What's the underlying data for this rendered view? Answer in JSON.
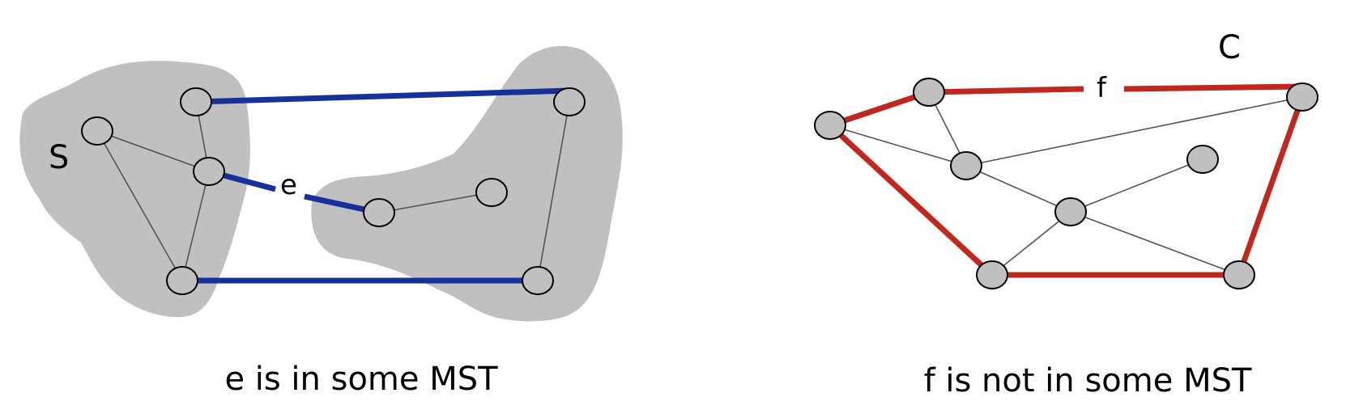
{
  "left_diagram": {
    "cut_set_label": "S",
    "edge_label": "e",
    "caption": "e is in some MST",
    "node_fill": "#c0c0c0",
    "region_fill": "#c0c0c0",
    "highlight_color": "#17319a",
    "edge_color": "#555555"
  },
  "right_diagram": {
    "cycle_label": "C",
    "edge_label": "f",
    "caption": "f is not in some MST",
    "node_fill": "#c0c0c0",
    "highlight_color": "#c0281f",
    "edge_color": "#555555"
  }
}
